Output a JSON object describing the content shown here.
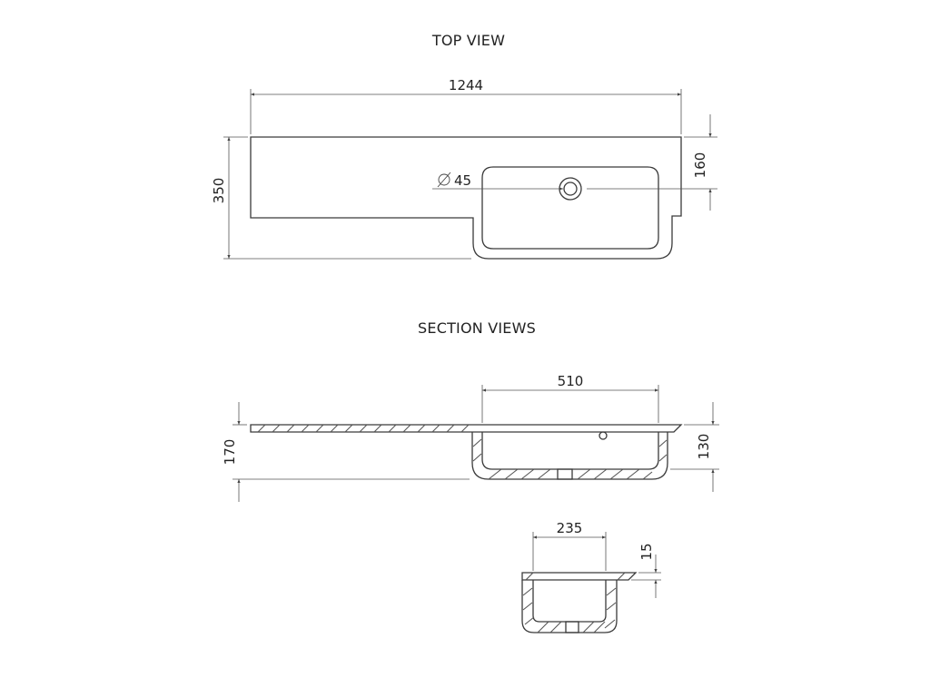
{
  "titles": {
    "top": "TOP VIEW",
    "section": "SECTION VIEWS"
  },
  "dimensions": {
    "overall_length": "1244",
    "overall_depth": "350",
    "bowl_offset": "160",
    "waste_hole": "45",
    "bowl_width": "510",
    "overall_height": "170",
    "bowl_depth": "130",
    "bowl_section_width": "235",
    "top_thickness": "15"
  },
  "colors": {
    "line": "#3a3a3a",
    "background": "#ffffff"
  }
}
